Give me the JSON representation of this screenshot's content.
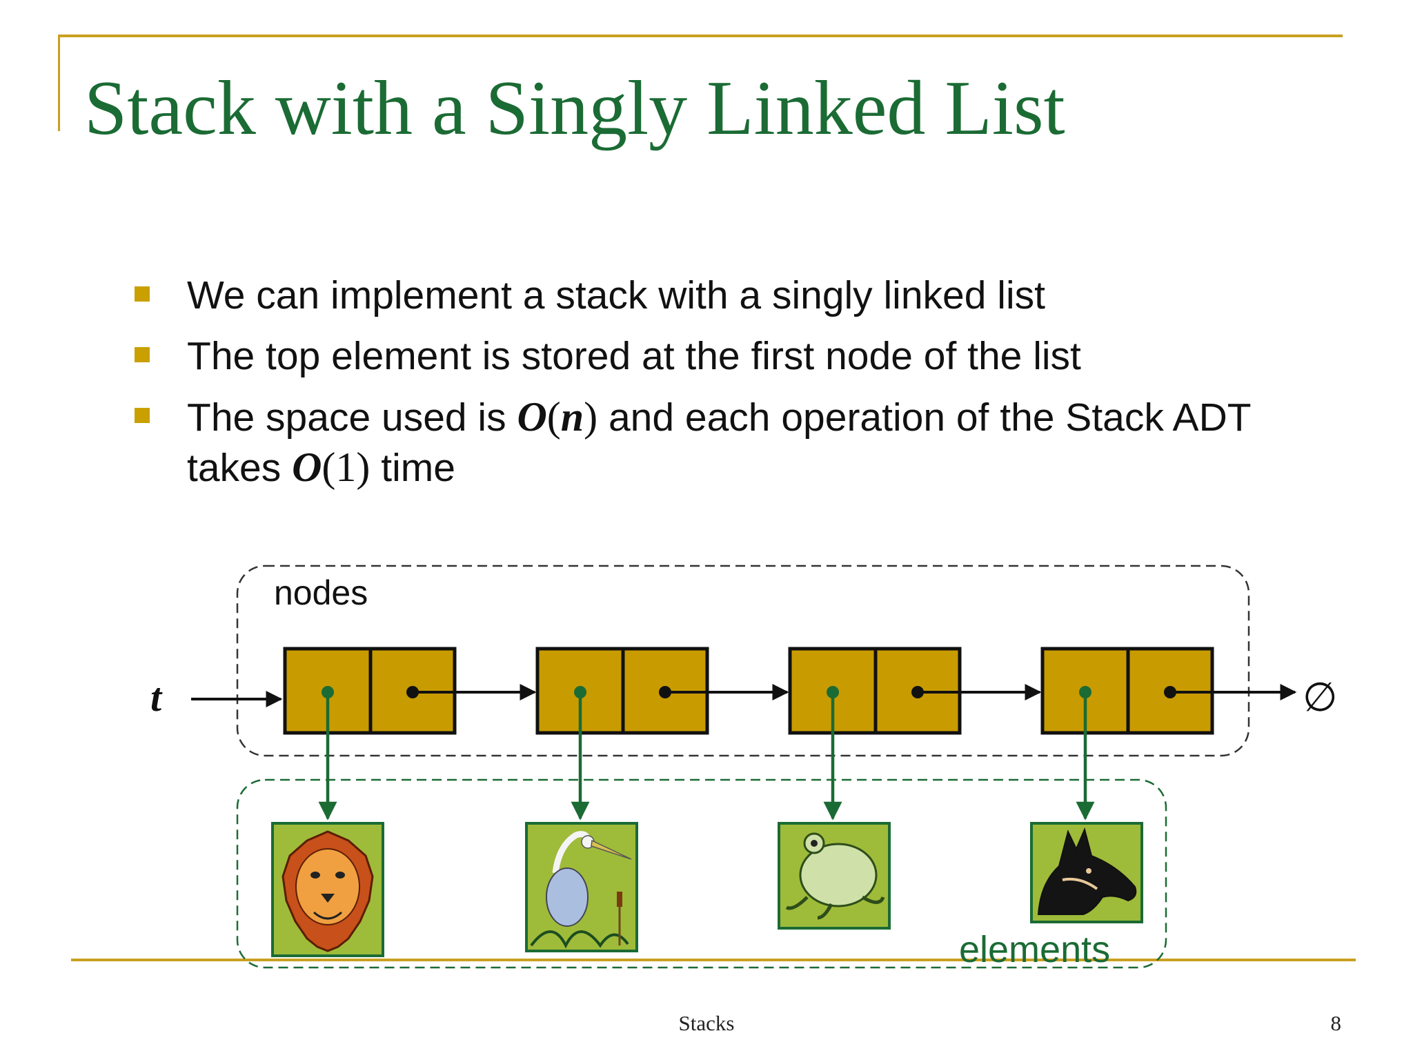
{
  "slide": {
    "title": "Stack with a Singly Linked List",
    "bullets": [
      {
        "text_before": "We can implement a stack with a singly linked list"
      },
      {
        "text_before": "The top element is stored at the first node of the list"
      },
      {
        "text_before": "The space used is ",
        "math1": "O",
        "math1_paren_open": "(",
        "math1_var": "n",
        "math1_paren_close": ")",
        "text_middle": " and each operation of the Stack ADT takes ",
        "math2": "O",
        "math2_arg": "(1)",
        "text_after": " time"
      }
    ]
  },
  "diagram": {
    "top_pointer_label": "t",
    "nodes_group_label": "nodes",
    "elements_group_label": "elements",
    "null_symbol": "∅",
    "node_fill": "#c89b00",
    "node_outline": "#111111",
    "element_box_fill": "#9fbb3a",
    "link_color": "#1b6b34",
    "nodes": [
      {
        "element": "lion-icon"
      },
      {
        "element": "heron-icon"
      },
      {
        "element": "frog-icon"
      },
      {
        "element": "horse-icon"
      }
    ]
  },
  "footer": {
    "section": "Stacks",
    "page_number": "8"
  }
}
